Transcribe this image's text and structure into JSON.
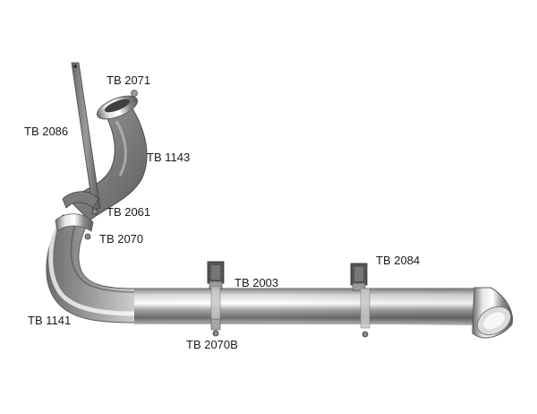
{
  "labels": {
    "tb2071": "TB 2071",
    "tb2086": "TB 2086",
    "tb1143": "TB 1143",
    "tb2061": "TB 2061",
    "tb2070": "TB 2070",
    "tb2084": "TB 2084",
    "tb2003": "TB 2003",
    "tb1141": "TB 1141",
    "tb2070b": "TB 2070B"
  },
  "colors": {
    "chrome_dark": "#6f6f6f",
    "chrome_light": "#f4f4f4",
    "cast_grey": "#8a8a8a",
    "label_text": "#1a1a1a"
  }
}
